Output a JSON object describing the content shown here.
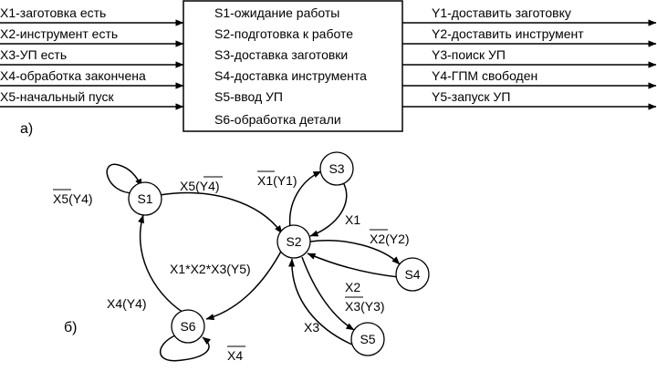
{
  "block": {
    "inputs": [
      "X1-заготовка есть",
      "X2-инструмент есть",
      "X3-УП есть",
      "X4-обработка закончена",
      "X5-начальный пуск"
    ],
    "states": [
      "S1-ожидание работы",
      "S2-подготовка к работе",
      "S3-доставка заготовки",
      "S4-доставка инструмента",
      "S5-ввод УП",
      "S6-обработка детали"
    ],
    "outputs": [
      "Y1-доставить заготовку",
      "Y2-доставить инструмент",
      "Y3-поиск УП",
      "Y4-ГПМ свободен",
      "Y5-запуск УП"
    ],
    "caption": "а)"
  },
  "graph": {
    "caption": "б)",
    "nodes": [
      "S1",
      "S2",
      "S3",
      "S4",
      "S5",
      "S6"
    ],
    "edges": {
      "s1_self": {
        "neg": "X5",
        "rest": "(Y4)"
      },
      "s1_s2": {
        "pre": "X5(",
        "neg": "Y4",
        "post": ")"
      },
      "s2_s3": {
        "neg": "X1",
        "rest": "(Y1)"
      },
      "s3_s2": "X1",
      "s2_s4": {
        "neg": "X2",
        "rest": "(Y2)"
      },
      "s4_s2": "X2",
      "s2_s5": {
        "neg": "X3",
        "rest": "(Y3)"
      },
      "s5_s2": "X3",
      "s2_s6": "X1*X2*X3(Y5)",
      "s6_s1": "X4(Y4)",
      "s6_self": {
        "neg": "X4"
      }
    }
  }
}
